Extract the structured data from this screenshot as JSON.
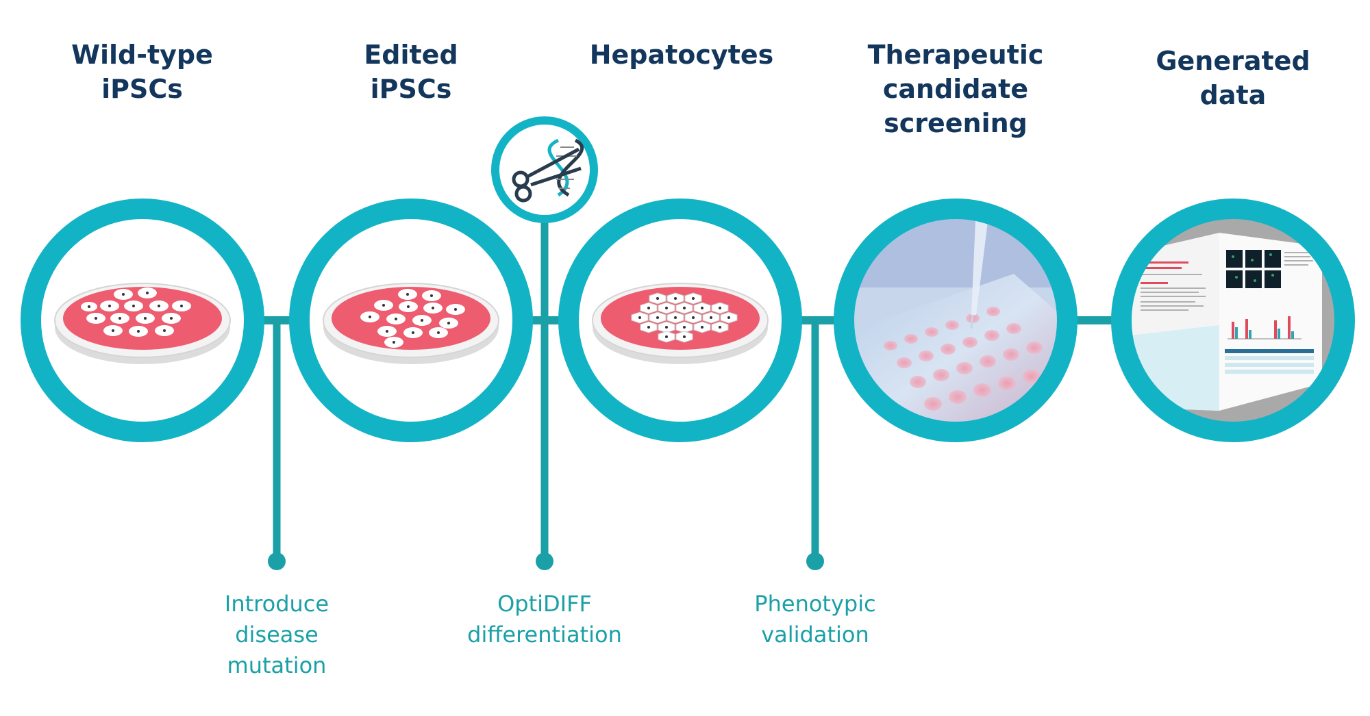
{
  "colors": {
    "teal_ring": "#13b3c6",
    "teal_line": "#1aa0a6",
    "title_navy": "#13365c",
    "dish_red": "#ee5c70",
    "label_teal": "#1aa0a6"
  },
  "stages": [
    {
      "id": "wild-type",
      "title": "Wild-type\niPSCs"
    },
    {
      "id": "edited",
      "title": "Edited\niPSCs"
    },
    {
      "id": "hepatocytes",
      "title": "Hepatocytes"
    },
    {
      "id": "screening",
      "title": "Therapeutic\ncandidate\nscreening"
    },
    {
      "id": "data",
      "title": "Generated\ndata"
    }
  ],
  "steps": [
    {
      "id": "mutation",
      "label": "Introduce\ndisease\nmutation"
    },
    {
      "id": "optidiff",
      "label": "OptiDIFF\ndifferentiation"
    },
    {
      "id": "validation",
      "label": "Phenotypic\nvalidation"
    }
  ],
  "icons": {
    "gene_editing": "scissors-dna-icon"
  }
}
